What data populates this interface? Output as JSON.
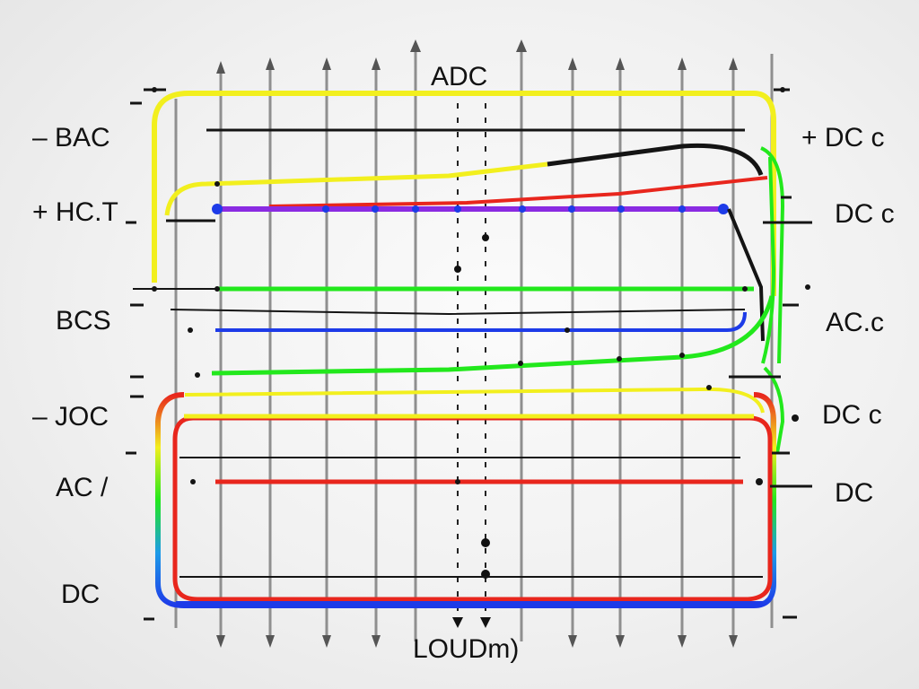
{
  "title": "ADC",
  "footer": "LOUDm)",
  "left_labels": [
    "– BAC",
    "+ HC.T",
    "BCS",
    "– JOC",
    "AC /",
    "DC"
  ],
  "right_labels": [
    "+ DC c",
    "DC c",
    "AC.c",
    "DC c",
    "DC"
  ],
  "colors": {
    "yellow": "#f2ef1e",
    "green": "#22e81c",
    "blue": "#1d3be8",
    "red": "#e8261d",
    "purple": "#8a2be2",
    "black": "#141414",
    "grid": "#8c8c8c"
  }
}
